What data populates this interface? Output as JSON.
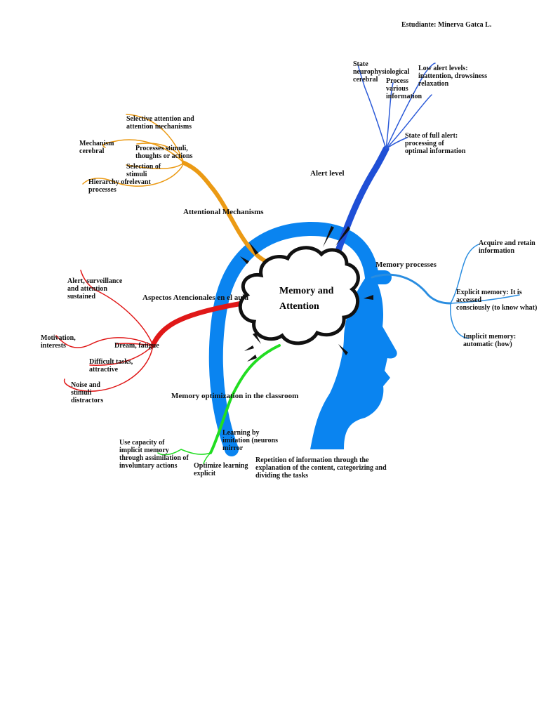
{
  "student": "Estudiante: Minerva Gatca L.",
  "center": {
    "line1": "Memory and",
    "line2": "Attention"
  },
  "colors": {
    "head": "#0a84f0",
    "attentional": "#eb9a14",
    "alert": "#1f4fd6",
    "alert_branches": "#2b5ad8",
    "memory": "#2a8de0",
    "aula": "#e01818",
    "optimization": "#22dd22"
  },
  "branches": {
    "attentional": {
      "title": "Attentional Mechanisms",
      "items": [
        "Selective attention and\nattention mechanisms",
        "Mechanism\ncerebral",
        "Processes stimuli,\nthoughts or actions",
        "Selection of\nstimuli\nrelevant",
        "Hierarchy of\nprocesses"
      ]
    },
    "alert": {
      "title": "Alert level",
      "items": [
        "State\nneurophysiological\ncerebral",
        "Process\nvarious\ninformation",
        "Low alert levels:\ninattention, drowsiness\nrelaxation",
        "State of full alert:\nprocessing of\noptimal information"
      ]
    },
    "memory": {
      "title": "Memory processes",
      "items": [
        "Acquire and retain\ninformation",
        "Explicit memory: It is accessed\nconsciously (to know what)",
        "Implicit memory:\nautomatic (how)"
      ]
    },
    "aula": {
      "title": "Aspectos Atencionales en el aula",
      "items": [
        "Alert, surveillance\nand attention\nsustained",
        "Motivation,\ninterests",
        "Dream, fatigue",
        "Difficult tasks,\nattractive",
        "Noise and\nstimuli\ndistractors"
      ]
    },
    "optimization": {
      "title": "Memory optimization in the classroom",
      "items": [
        "Use capacity of\nimplicit memory\nthrough assimilation of\ninvoluntary actions",
        "Learning by\nimitation (neurons\nmirror",
        "Optimize learning\nexplicit",
        "Repetition of information through the\nexplanation of the content, categorizing and\ndividing the tasks"
      ]
    }
  }
}
